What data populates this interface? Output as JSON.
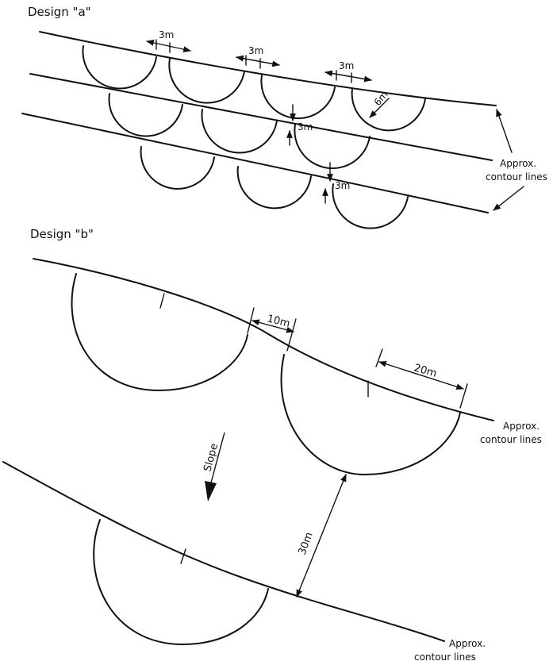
{
  "design_a": {
    "title": "Design \"a\"",
    "dimension_3m": "3m",
    "dimension_6m": "6m",
    "contour_label_line1": "Approx.",
    "contour_label_line2": "contour lines"
  },
  "design_b": {
    "title": "Design \"b\"",
    "dimension_10m": "10m",
    "dimension_20m": "20m",
    "dimension_30m": "30m",
    "slope_label": "Slope",
    "contour_label_line1": "Approx.",
    "contour_label_line2": "contour lines"
  }
}
